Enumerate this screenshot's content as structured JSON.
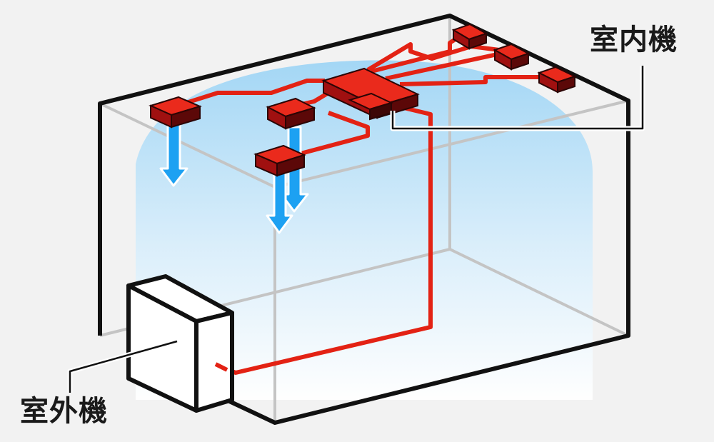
{
  "labels": {
    "indoor_unit": "室内機",
    "outdoor_unit": "室外機"
  },
  "colors": {
    "background": "#f2f2f2",
    "pipe": "#e32214",
    "unit_top": "#e32214",
    "unit_side": "#6b0c0c",
    "airflow_arrow": "#1da1f2",
    "airflow_glow_top": "#9fd5f5",
    "room_edge_front": "#111111",
    "room_edge_back": "#bbbbbb"
  },
  "components": {
    "indoor_unit_count": 6,
    "hub_count": 1,
    "outdoor_unit_count": 1,
    "airflow_arrow_count": 3
  }
}
